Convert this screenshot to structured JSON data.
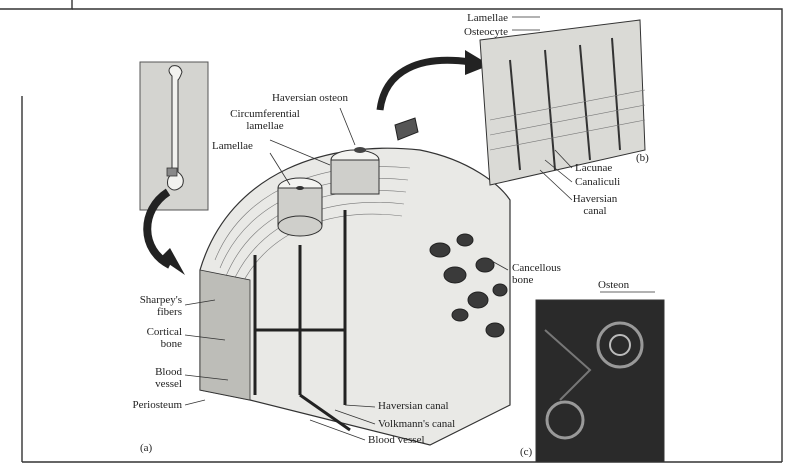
{
  "labels": {
    "lamellae_b": "Lamellae",
    "osteocyte": "Osteocyte",
    "haversian_osteon": "Haversian osteon",
    "circumferential_lamellae": "Circumferential\nlamellae",
    "lamellae_a": "Lamellae",
    "lacunae": "Lacunae",
    "canaliculi": "Canaliculi",
    "haversian_canal_b": "Haversian\ncanal",
    "cancellous_bone": "Cancellous\nbone",
    "osteon": "Osteon",
    "sharpeys_fibers": "Sharpey's\nfibers",
    "cortical_bone": "Cortical\nbone",
    "blood_vessel_left": "Blood\nvessel",
    "periosteum": "Periosteum",
    "haversian_canal_a": "Haversian canal",
    "volkmanns_canal": "Volkmann's canal",
    "blood_vessel_bottom": "Blood vessel"
  },
  "panel_labels": {
    "a": "(a)",
    "b": "(b)",
    "c": "(c)"
  },
  "colors": {
    "ink": "#222222",
    "bone": "#e9e9e6",
    "shade": "#bdbdb8",
    "dark": "#3a3a3a",
    "photo": "#2a2a2a"
  }
}
